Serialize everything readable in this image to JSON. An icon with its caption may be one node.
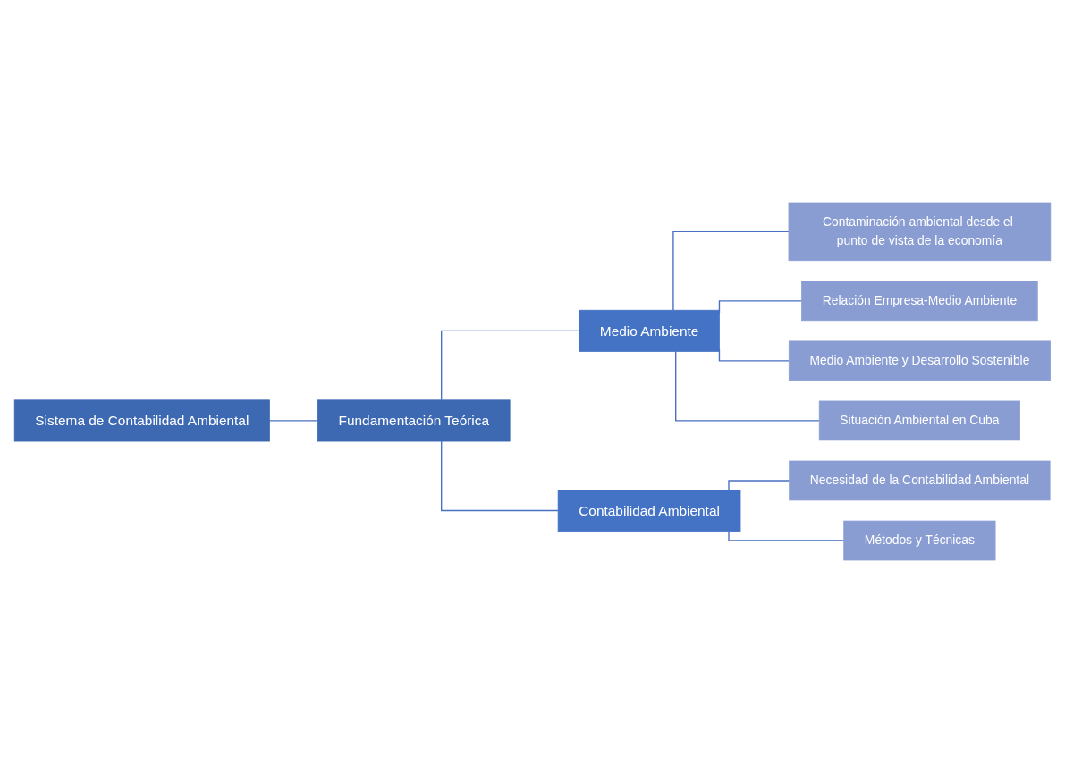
{
  "diagram": {
    "nodes": [
      {
        "text": [
          "Sistema de Contabilidad Ambiental"
        ]
      },
      {
        "text": [
          "Fundamentación Teórica"
        ]
      },
      {
        "text": [
          "Medio Ambiente"
        ]
      },
      {
        "text": [
          "Contabilidad Ambiental"
        ]
      },
      {
        "text": [
          "Contaminación ambiental desde el punto de vista de la economía"
        ]
      },
      {
        "text": [
          "Relación Empresa-Medio Ambiente"
        ]
      },
      {
        "text": [
          "Medio Ambiente y Desarrollo Sostenible"
        ]
      },
      {
        "text": [
          "Situación Ambiental en Cuba"
        ]
      },
      {
        "text": [
          "Necesidad de la Contabilidad Ambiental"
        ]
      },
      {
        "text": [
          "Métodos y Técnicas"
        ]
      }
    ],
    "edges": [
      {
        "from": 0,
        "to": 1,
        "arrow": "none"
      },
      {
        "from": 1,
        "to": 2,
        "arrow": "none"
      },
      {
        "from": 1,
        "to": 3,
        "arrow": "none"
      },
      {
        "from": 2,
        "to": 4,
        "arrow": "none"
      },
      {
        "from": 2,
        "to": 5,
        "arrow": "none"
      },
      {
        "from": 2,
        "to": 6,
        "arrow": "none"
      },
      {
        "from": 2,
        "to": 7,
        "arrow": "none"
      },
      {
        "from": 3,
        "to": 8,
        "arrow": "none"
      },
      {
        "from": 3,
        "to": 9,
        "arrow": "none"
      }
    ]
  }
}
